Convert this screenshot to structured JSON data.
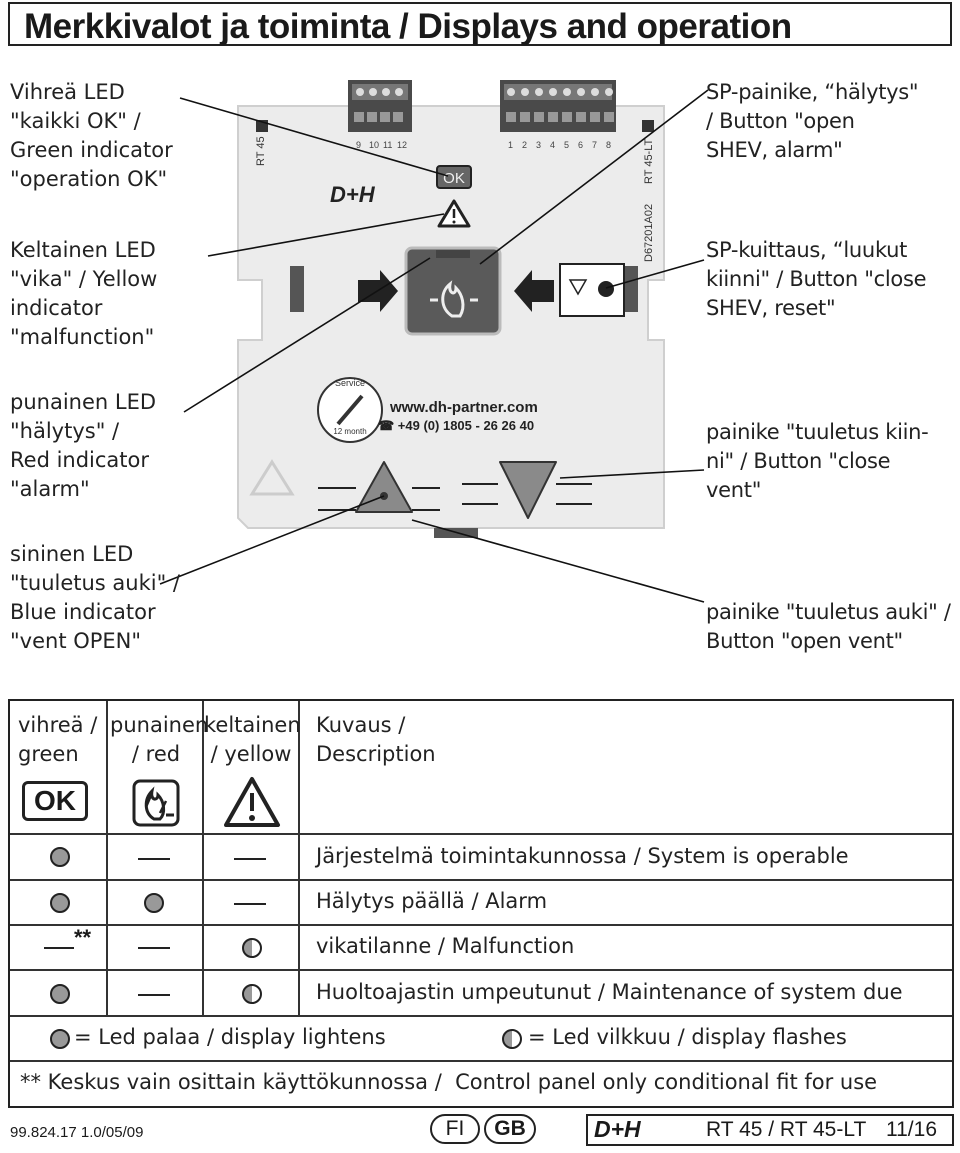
{
  "title": "Merkkivalot ja toiminta / Displays and operation",
  "device": {
    "logo": "D+H",
    "model_left": "RT 45",
    "model_right": "RT 45-LT",
    "terminal_left": [
      "9",
      "10",
      "11",
      "12"
    ],
    "terminal_right": [
      "1",
      "2",
      "3",
      "4",
      "5",
      "6",
      "7",
      "8"
    ],
    "part_no": "D67201A02",
    "ok_label": "OK",
    "service_label": "Service",
    "service_interval": "12 month",
    "website": "www.dh-partner.com",
    "phone": "☎ +49 (0) 1805 - 26 26 40"
  },
  "labels_left": [
    "Vihreä LED\n\"kaikki OK\" /\nGreen indicator\n\"operation OK\"",
    "Keltainen LED\n\"vika\" / Yellow\nindicator\n\"malfunction\"",
    "punainen LED\n\"hälytys\" /\nRed indicator\n\"alarm\"",
    "sininen LED\n\"tuuletus auki\" /\nBlue indicator\n\"vent OPEN\""
  ],
  "labels_right": [
    "SP-painike, “hälytys\"\n/ Button \"open\nSHEV, alarm\"",
    "SP-kuittaus, “luukut\nkiinni\" / Button \"close\nSHEV, reset\"",
    "painike \"tuuletus kiin-\nni\" / Button \"close\nvent\"",
    "painike \"tuuletus auki\" /\nButton \"open vent\""
  ],
  "table": {
    "headers": [
      "vihreä /\ngreen",
      "punainen\n/ red",
      "keltainen\n/ yellow",
      "Kuvaus /\nDescription"
    ],
    "header_icons": [
      "ok-icon",
      "fire-icon",
      "warning-icon"
    ],
    "ok_icon_text": "OK",
    "rows": [
      {
        "green": "on",
        "red": "off",
        "yellow": "off",
        "description": "Järjestelmä toimintakunnossa / System is operable"
      },
      {
        "green": "on",
        "red": "on",
        "yellow": "off",
        "description": "Hälytys päällä / Alarm"
      },
      {
        "green": "off**",
        "red": "off",
        "yellow": "flash",
        "description": "vikatilanne / Malfunction"
      },
      {
        "green": "on",
        "red": "off",
        "yellow": "flash",
        "description": "Huoltoajastin umpeutunut / Maintenance of system due"
      }
    ],
    "mark": "**",
    "legend_on": "= Led palaa / display lightens",
    "legend_flash": "= Led vilkkuu / display flashes",
    "note": "** Keskus vain osittain käyttökunnossa /  Control panel only conditional fit for use"
  },
  "footer": {
    "code": "99.824.17  1.0/05/09",
    "lang_fi": "FI",
    "lang_gb": "GB",
    "logo": "D+H",
    "model": "RT 45 / RT 45-LT",
    "page": "11/16"
  }
}
